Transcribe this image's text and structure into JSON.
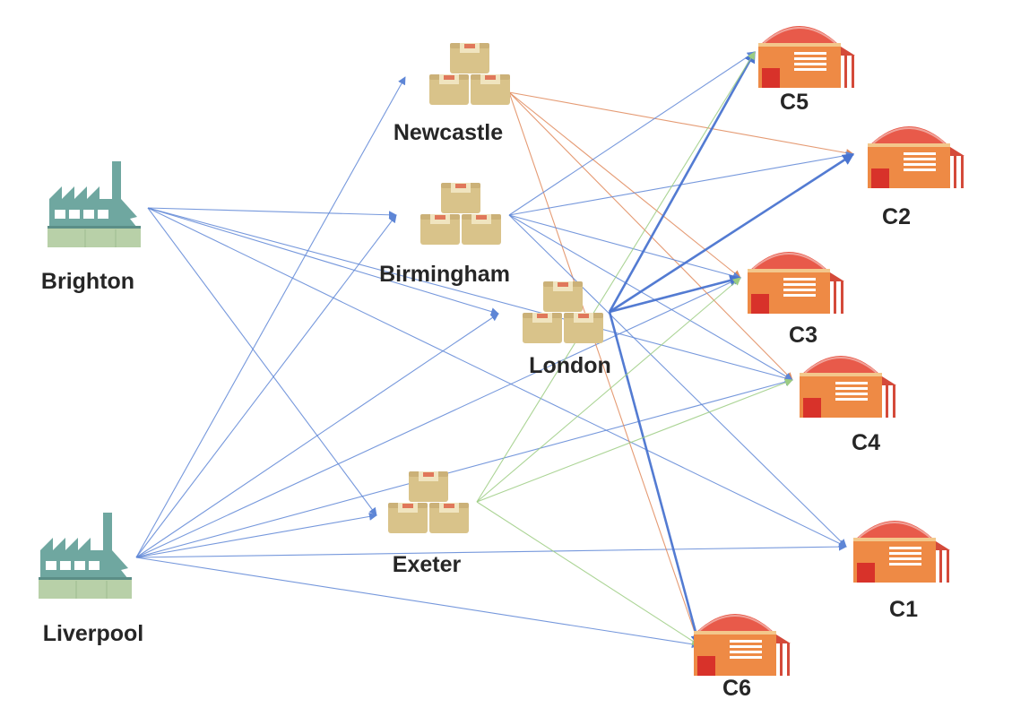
{
  "colors": {
    "blue": "#5e86d6",
    "orange": "#e08a5c",
    "green": "#9ccc82",
    "factory": "#6fa7a0",
    "factory_base": "#b8d0a8",
    "box": "#d9c38a",
    "box_tape": "#e0775a",
    "customer_body": "#ee8a45",
    "customer_roof": "#e85a4a",
    "customer_door": "#d8322a"
  },
  "factories": [
    {
      "id": "brighton",
      "label": "Brighton",
      "icon": "factory-icon"
    },
    {
      "id": "liverpool",
      "label": "Liverpool",
      "icon": "factory-icon"
    }
  ],
  "depots": [
    {
      "id": "newcastle",
      "label": "Newcastle",
      "icon": "boxes-icon"
    },
    {
      "id": "birmingham",
      "label": "Birmingham",
      "icon": "boxes-icon"
    },
    {
      "id": "london",
      "label": "London",
      "icon": "boxes-icon"
    },
    {
      "id": "exeter",
      "label": "Exeter",
      "icon": "boxes-icon"
    }
  ],
  "customers": [
    {
      "id": "c5",
      "label": "C5",
      "icon": "warehouse-icon"
    },
    {
      "id": "c2",
      "label": "C2",
      "icon": "warehouse-icon"
    },
    {
      "id": "c3",
      "label": "C3",
      "icon": "warehouse-icon"
    },
    {
      "id": "c4",
      "label": "C4",
      "icon": "warehouse-icon"
    },
    {
      "id": "c1",
      "label": "C1",
      "icon": "warehouse-icon"
    },
    {
      "id": "c6",
      "label": "C6",
      "icon": "warehouse-icon"
    }
  ],
  "edges": [
    {
      "from": "brighton",
      "to": "birmingham",
      "color": "blue"
    },
    {
      "from": "brighton",
      "to": "london",
      "color": "blue"
    },
    {
      "from": "brighton",
      "to": "exeter",
      "color": "blue"
    },
    {
      "from": "brighton",
      "to": "c4",
      "color": "blue"
    },
    {
      "from": "brighton",
      "to": "c1",
      "color": "blue"
    },
    {
      "from": "liverpool",
      "to": "newcastle",
      "color": "blue"
    },
    {
      "from": "liverpool",
      "to": "birmingham",
      "color": "blue"
    },
    {
      "from": "liverpool",
      "to": "london",
      "color": "blue"
    },
    {
      "from": "liverpool",
      "to": "exeter",
      "color": "blue"
    },
    {
      "from": "liverpool",
      "to": "c3",
      "color": "blue"
    },
    {
      "from": "liverpool",
      "to": "c4",
      "color": "blue"
    },
    {
      "from": "liverpool",
      "to": "c1",
      "color": "blue"
    },
    {
      "from": "liverpool",
      "to": "c6",
      "color": "blue"
    },
    {
      "from": "newcastle",
      "to": "c2",
      "color": "orange"
    },
    {
      "from": "newcastle",
      "to": "c3",
      "color": "orange"
    },
    {
      "from": "newcastle",
      "to": "c4",
      "color": "orange"
    },
    {
      "from": "newcastle",
      "to": "c6",
      "color": "orange"
    },
    {
      "from": "birmingham",
      "to": "c5",
      "color": "blue"
    },
    {
      "from": "birmingham",
      "to": "c2",
      "color": "blue"
    },
    {
      "from": "birmingham",
      "to": "c3",
      "color": "blue"
    },
    {
      "from": "birmingham",
      "to": "c4",
      "color": "blue"
    },
    {
      "from": "birmingham",
      "to": "c1",
      "color": "blue"
    },
    {
      "from": "london",
      "to": "c5",
      "color": "blue",
      "strong": true
    },
    {
      "from": "london",
      "to": "c2",
      "color": "blue",
      "strong": true
    },
    {
      "from": "london",
      "to": "c3",
      "color": "blue",
      "strong": true
    },
    {
      "from": "london",
      "to": "c6",
      "color": "blue",
      "strong": true
    },
    {
      "from": "exeter",
      "to": "c5",
      "color": "green"
    },
    {
      "from": "exeter",
      "to": "c3",
      "color": "green"
    },
    {
      "from": "exeter",
      "to": "c4",
      "color": "green"
    },
    {
      "from": "exeter",
      "to": "c6",
      "color": "green"
    }
  ]
}
